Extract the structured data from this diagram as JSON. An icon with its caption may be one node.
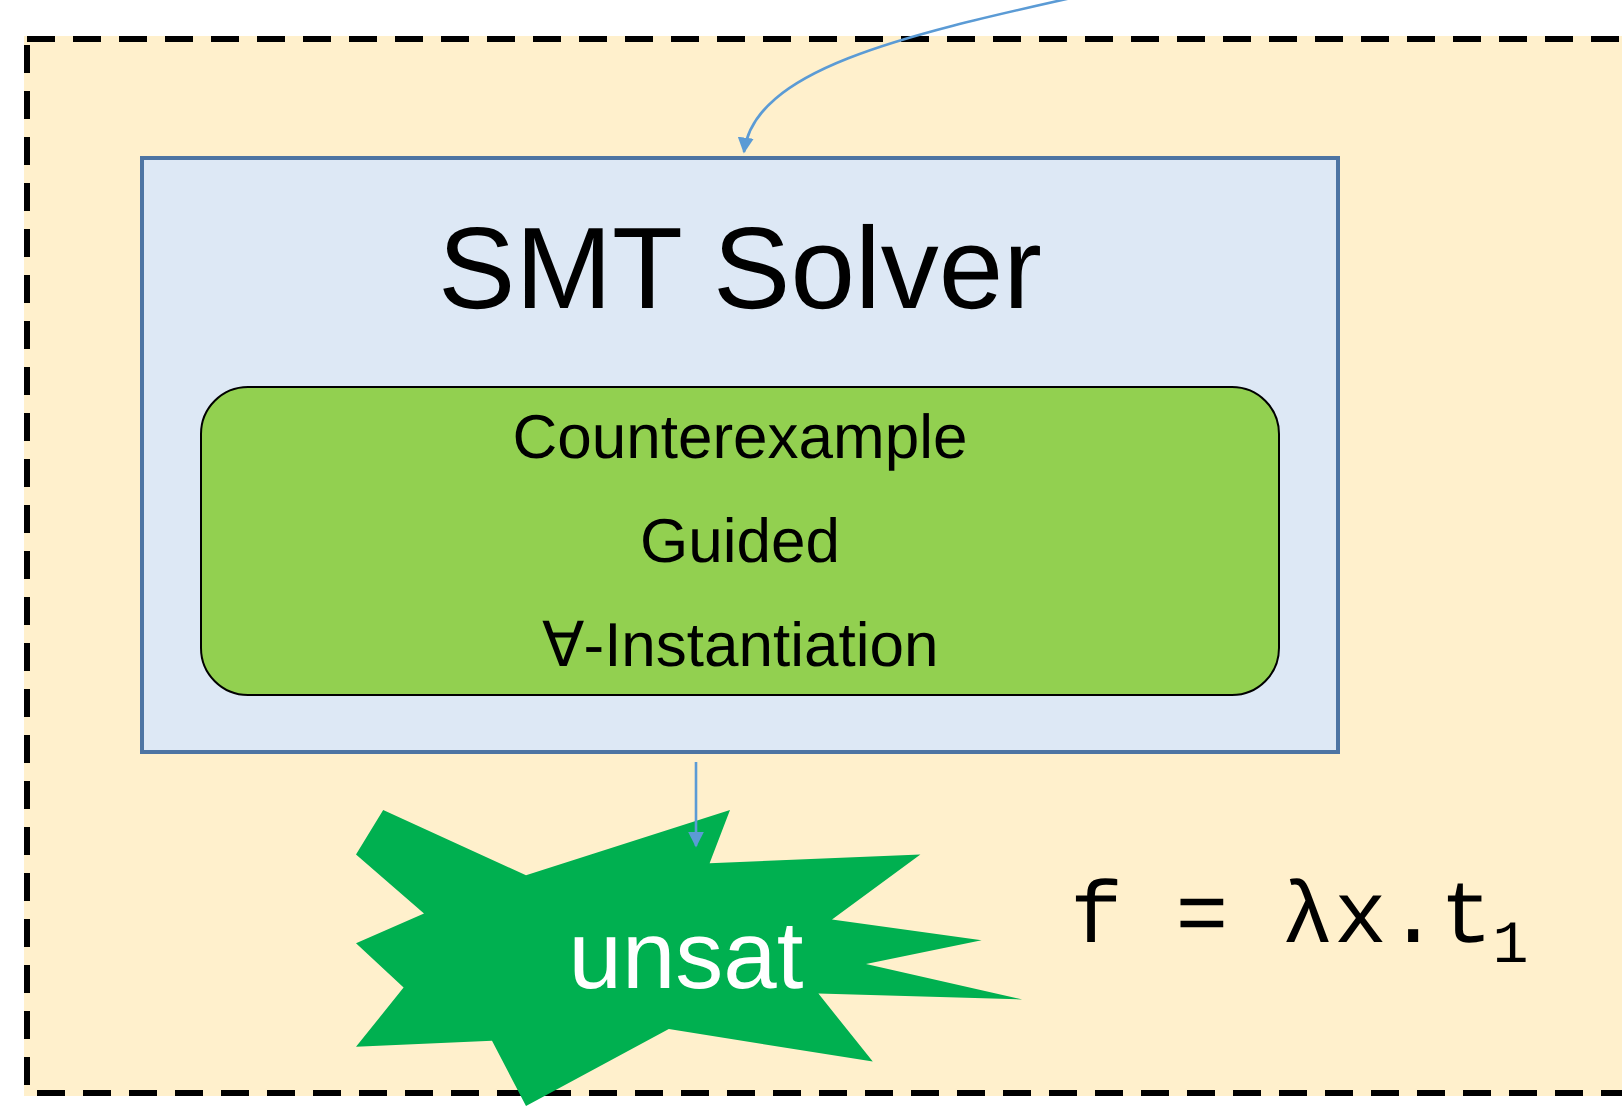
{
  "diagram": {
    "nodes": [
      {
        "text": [],
        "shape": "box"
      },
      {
        "text": [
          "SMT Solver"
        ],
        "in": 0
      },
      {
        "text": [
          "Counterexample Guided ∀-Instantiation"
        ],
        "in": 1
      },
      {
        "text": [
          "unsat"
        ],
        "in": 0,
        "beside": [
          "f = λx.t$_{1}$"
        ]
      }
    ],
    "edges": [
      {
        "from": null,
        "to": 1,
        "arrow": "to"
      },
      {
        "from": 1,
        "to": 3,
        "arrow": "to"
      }
    ]
  }
}
